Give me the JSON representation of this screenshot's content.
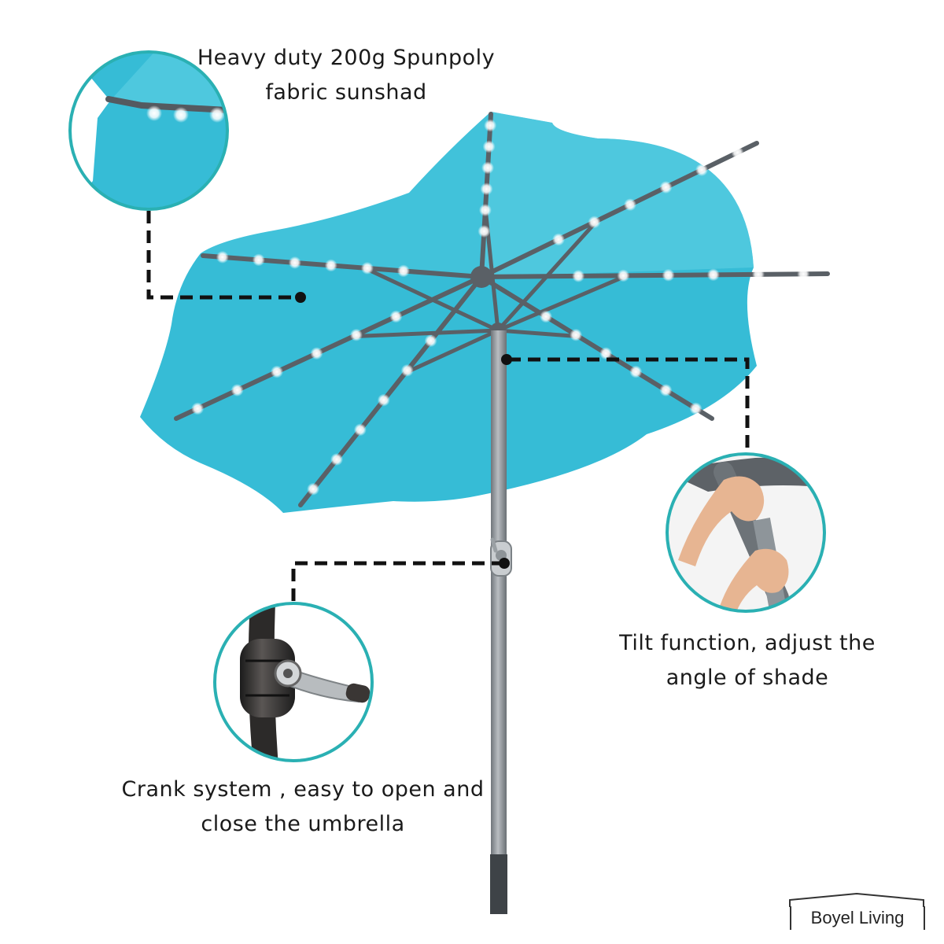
{
  "colors": {
    "canopy": "#36bcd6",
    "canopy_light": "#63d2e6",
    "canopy_dark": "#1f98b4",
    "frame": "#5a6066",
    "pole": "#8a8f94",
    "led": "#ffffff",
    "circle_border": "#2ab0b3",
    "leader_line": "#111111",
    "skin": "#e7b592"
  },
  "icons": {
    "main": "patio-umbrella-icon",
    "fabric_detail": "canopy-led-closeup-icon",
    "tilt_detail": "hands-tilting-umbrella-icon",
    "crank_detail": "crank-handle-icon",
    "brand": "house-roof-logo-icon"
  },
  "callouts": {
    "fabric": {
      "line1": "Heavy duty 200g Spunpoly",
      "line2": "fabric sunshad"
    },
    "tilt": {
      "line1": "Tilt function, adjust the",
      "line2": "angle of shade"
    },
    "crank": {
      "line1": "Crank system , easy to open and",
      "line2": "close the umbrella"
    }
  },
  "brand": {
    "name": "Boyel Living"
  }
}
